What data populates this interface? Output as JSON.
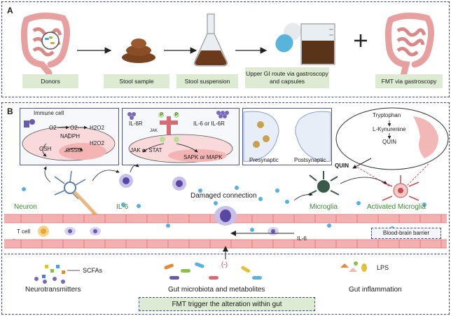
{
  "panelA": {
    "letter": "A",
    "steps": [
      "Donors",
      "Stool sample",
      "Stool suspension",
      "Upper GI route via gastroscopy and capsules",
      "FMT via gastroscopy"
    ]
  },
  "panelB": {
    "letter": "B",
    "oxidative": {
      "immune_cell": "Immune cell",
      "o2": "O2",
      "o2_minus": "O2-",
      "h2o2_top": "H2O2",
      "nadph": "NADPH",
      "gsh": "GSH",
      "gssg": "GSSG",
      "h2o2": "H2O2"
    },
    "signaling": {
      "il6r_left": "IL-6R",
      "ligand": "IL-6 or IL-6R",
      "p": "P",
      "jak": "JAK",
      "jak_stat": "JAK or STAT",
      "sapk_mapk": "SAPK or MAPK"
    },
    "synapse": {
      "pre": "Presynaptic",
      "post": "Postsynaptic"
    },
    "kynurenine": {
      "tryptophan": "Tryptophan",
      "l_kynurenine": "L-Kynurenine",
      "quin": "QUIN",
      "quin_out": "QUIN"
    },
    "labels": {
      "neuron": "Neuron",
      "il6": "IL-6",
      "damaged": "Damaged connection",
      "microglia": "Microglia",
      "activated": "Activated Microglia",
      "tcell": "T cell",
      "il6_vessel": "IL-6",
      "bbb": "Blood-brain barrier"
    },
    "gut": {
      "scfas": "SCFAs",
      "neurotransmitters": "Neurotransmitters",
      "minus": "(-)",
      "microbiota": "Gut microbiota and metabolites",
      "lps": "LPS",
      "inflammation": "Gut inflammation",
      "trigger": "FMT trigger the alteration within gut"
    }
  },
  "colors": {
    "frame": "#3b4a8c",
    "green_box": "#dcebd2",
    "vessel": "#e86a6a",
    "red_line": "#d62828",
    "green_text": "#3a8a32"
  }
}
